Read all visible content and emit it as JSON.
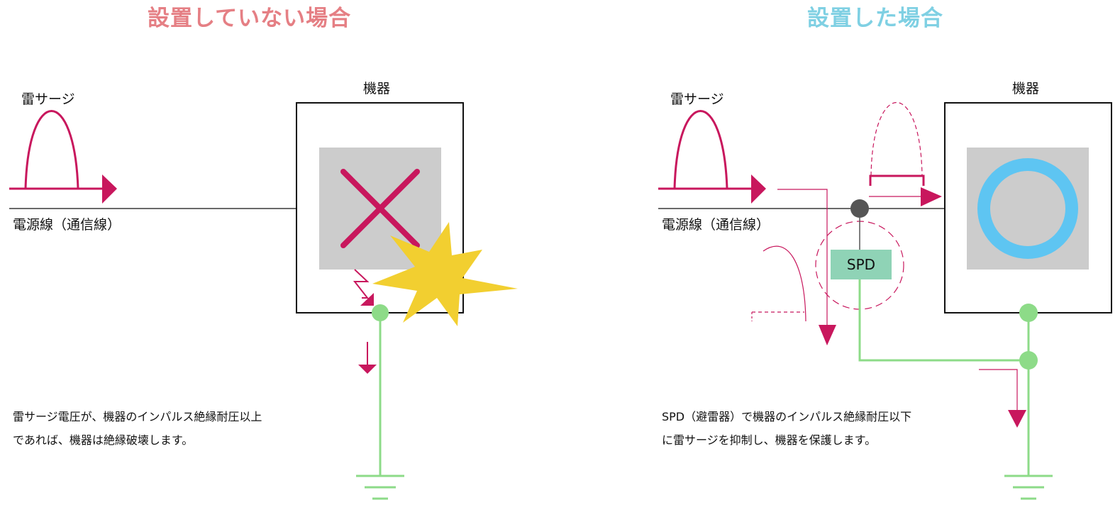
{
  "left": {
    "title": "設置していない場合",
    "surge_label": "雷サージ",
    "device_label": "機器",
    "line_label": "電源線（通信線）",
    "description": [
      "雷サージ電圧が、機器のインパルス絶縁耐圧以上",
      "であれば、機器は絶縁破壊します。"
    ]
  },
  "right": {
    "title": "設置した場合",
    "surge_label": "雷サージ",
    "device_label": "機器",
    "line_label": "電源線（通信線）",
    "spd_label": "SPD",
    "description": [
      "SPD（避雷器）で機器のインパルス絶縁耐圧以下",
      "に雷サージを抑制し、機器を保護します。"
    ]
  },
  "colors": {
    "title_left": "#e57f84",
    "title_right": "#7fd0e3",
    "surge": "#c8175d",
    "ground": "#8ddb88",
    "device_inner": "#cccccc",
    "spark": "#f2cf30",
    "ok_ring": "#5ec5f2",
    "spd_box": "#8fd3b6",
    "node": "#555555"
  },
  "icons": {
    "fail_mark": "cross-mark-icon",
    "ok_mark": "circle-mark-icon",
    "spark": "spark-icon",
    "ground": "ground-symbol-icon"
  }
}
